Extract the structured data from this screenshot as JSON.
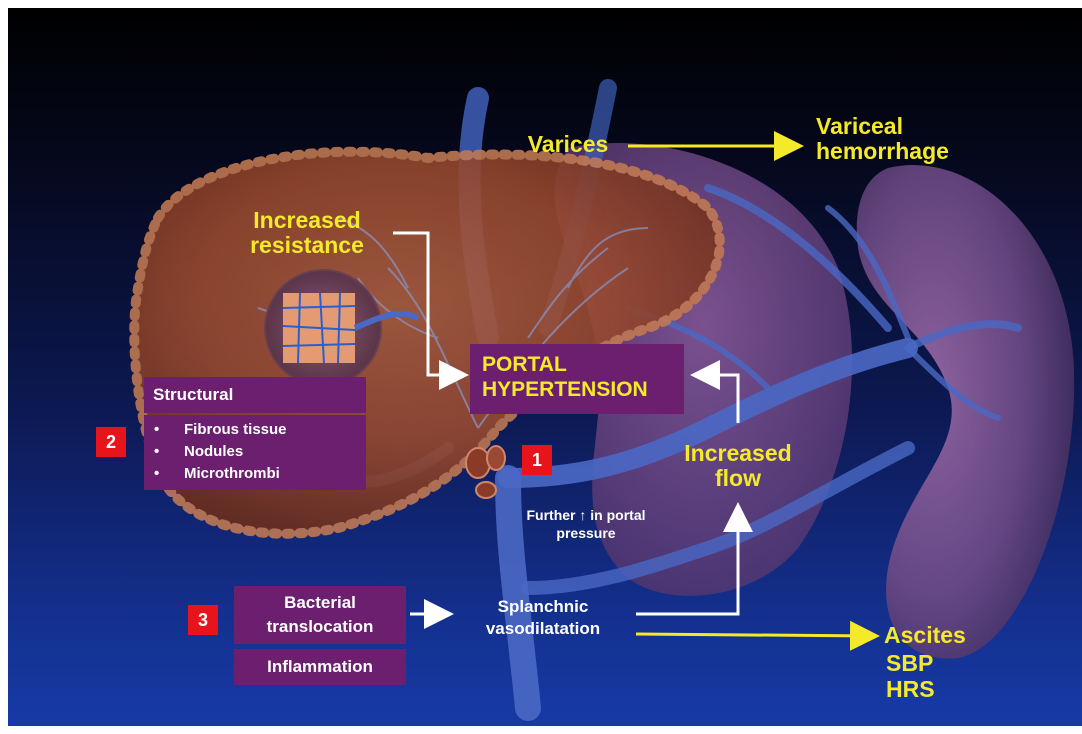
{
  "labels": {
    "varices": "Varices",
    "variceal_hemorrhage": [
      "Variceal",
      "hemorrhage"
    ],
    "increased_resistance": [
      "Increased",
      "resistance"
    ],
    "portal_hypertension": [
      "PORTAL",
      "HYPERTENSION"
    ],
    "increased_flow": [
      "Increased",
      "flow"
    ],
    "further_pressure": [
      "Further ↑ in portal",
      "pressure"
    ],
    "splanchnic": [
      "Splanchnic",
      "vasodilatation"
    ],
    "ascites": "Ascites",
    "sbp": "SBP",
    "hrs": "HRS"
  },
  "structural": {
    "title": "Structural",
    "items": [
      "Fibrous tissue",
      "Nodules",
      "Microthrombi"
    ]
  },
  "bacterial": [
    "Bacterial",
    "translocation"
  ],
  "inflammation": "Inflammation",
  "badges": [
    "1",
    "2",
    "3"
  ],
  "colors": {
    "yellow": "#f5ea2a",
    "purple_box": "#6b1f6e",
    "badge_red": "#e8141b",
    "arrow_white": "#ffffff",
    "arrow_yellow": "#f5ea2a"
  }
}
